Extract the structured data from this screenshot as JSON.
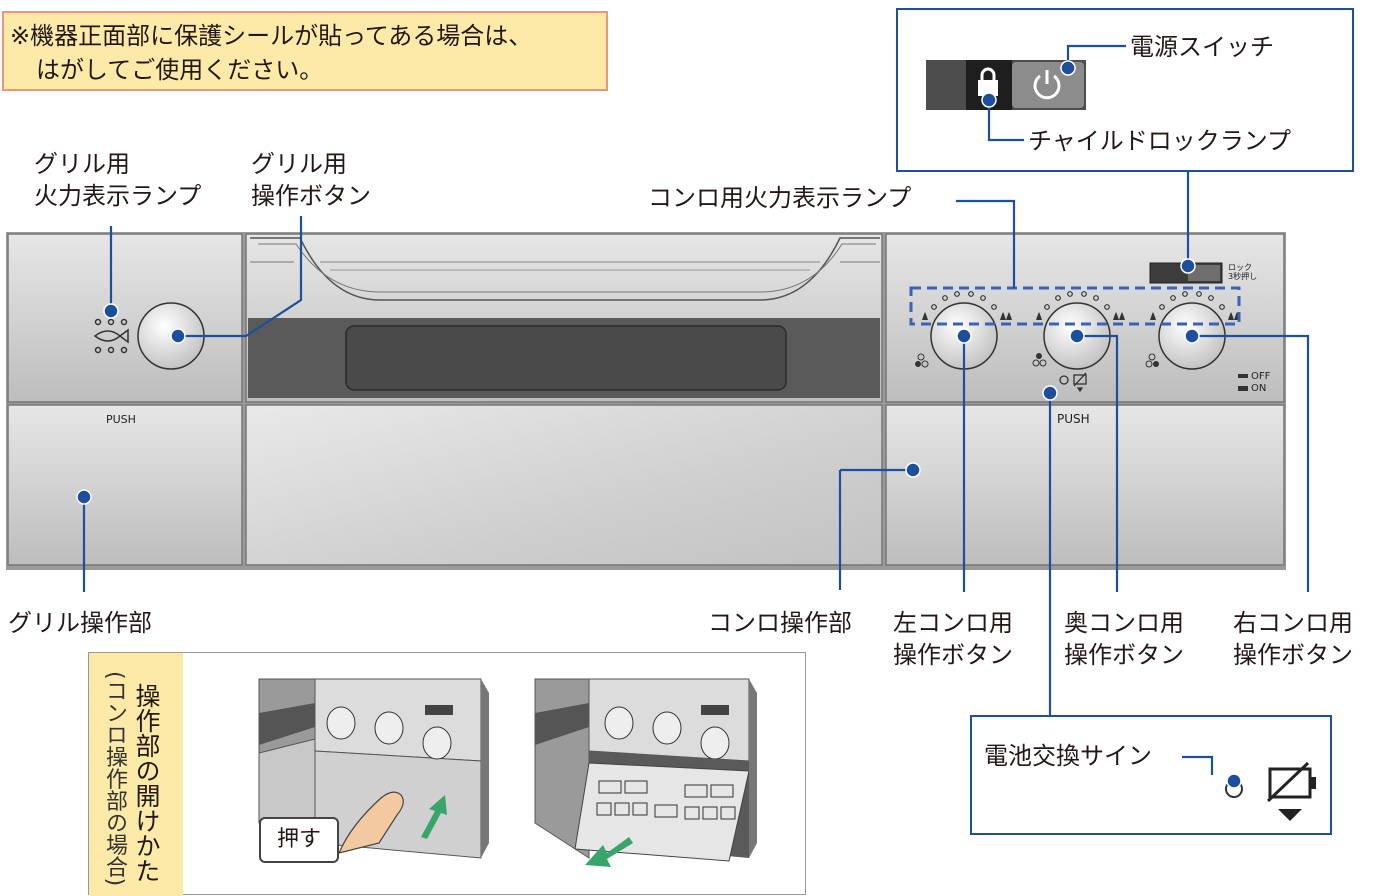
{
  "note": {
    "line1": "※機器正面部に保護シールが貼ってある場合は、",
    "line2": "はがしてご使用ください。"
  },
  "labels": {
    "grill_lamp_1": "グリル用",
    "grill_lamp_2": "火力表示ランプ",
    "grill_btn_1": "グリル用",
    "grill_btn_2": "操作ボタン",
    "stove_lamp": "コンロ用火力表示ランプ",
    "grill_panel": "グリル操作部",
    "stove_panel": "コンロ操作部",
    "left_btn_1": "左コンロ用",
    "left_btn_2": "操作ボタン",
    "back_btn_1": "奥コンロ用",
    "back_btn_2": "操作ボタン",
    "right_btn_1": "右コンロ用",
    "right_btn_2": "操作ボタン"
  },
  "callout_power": {
    "power_switch": "電源スイッチ",
    "child_lock_lamp": "チャイルドロックランプ"
  },
  "callout_battery": {
    "battery_sign": "電池交換サイン"
  },
  "appliance": {
    "push_left": "PUSH",
    "push_right": "PUSH",
    "lock_label": "ロック 3秒押し",
    "off_label": "OFF",
    "on_label": "ON"
  },
  "howto": {
    "title": "操作部の開けかた",
    "subtitle": "(コンロ操作部の場合)",
    "press": "押す"
  },
  "colors": {
    "accent_blue": "#1d4f9c",
    "dashed_blue": "#3a63b8",
    "note_bg": "#fdeaa8",
    "note_border": "#e9967a",
    "arrow_green": "#3aa56a",
    "howto_title_bg": "#fdeaa8"
  }
}
